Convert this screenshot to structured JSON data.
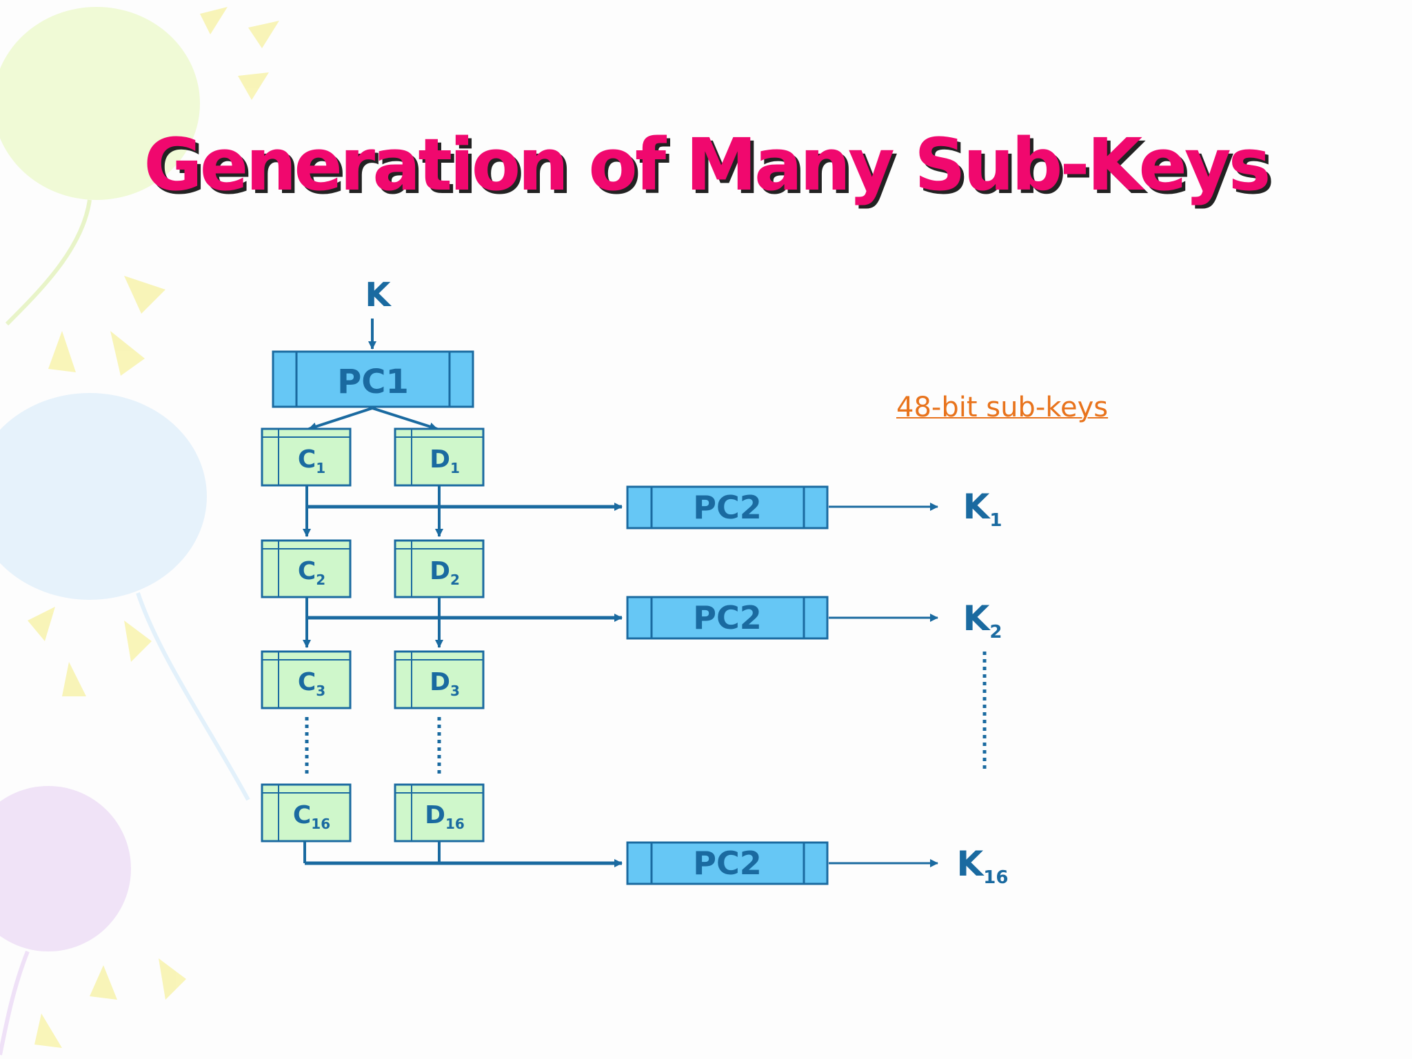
{
  "slide": {
    "title": "Generation of Many Sub-Keys",
    "note": "48-bit sub-keys"
  },
  "diagram": {
    "input_key": "K",
    "pc1_label": "PC1",
    "pc2_label": "PC2",
    "c_blocks": [
      {
        "letter": "C",
        "sub": "1"
      },
      {
        "letter": "C",
        "sub": "2"
      },
      {
        "letter": "C",
        "sub": "3"
      },
      {
        "letter": "C",
        "sub": "16"
      }
    ],
    "d_blocks": [
      {
        "letter": "D",
        "sub": "1"
      },
      {
        "letter": "D",
        "sub": "2"
      },
      {
        "letter": "D",
        "sub": "3"
      },
      {
        "letter": "D",
        "sub": "16"
      }
    ],
    "output_keys": [
      {
        "letter": "K",
        "sub": "1"
      },
      {
        "letter": "K",
        "sub": "2"
      },
      {
        "letter": "K",
        "sub": "16"
      }
    ]
  },
  "colors": {
    "title": "#f0086e",
    "note": "#e8731c",
    "blue_box": "#66c7f5",
    "green_box": "#cff7cb",
    "stroke": "#1a6aa0"
  }
}
